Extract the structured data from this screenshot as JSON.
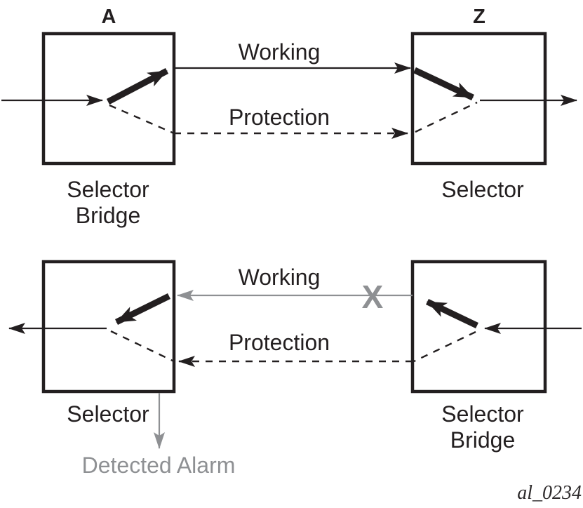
{
  "diagram": {
    "colors": {
      "ink": "#231f20",
      "muted": "#8e9093"
    },
    "top": {
      "node_a_label": "A",
      "node_z_label": "Z",
      "working_label": "Working",
      "protection_label": "Protection",
      "left_caption_line1": "Selector",
      "left_caption_line2": "Bridge",
      "right_caption": "Selector"
    },
    "bottom": {
      "working_label": "Working",
      "protection_label": "Protection",
      "failure_mark": "X",
      "left_caption": "Selector",
      "alarm_label": "Detected Alarm",
      "right_caption_line1": "Selector",
      "right_caption_line2": "Bridge"
    },
    "figure_id": "al_0234"
  }
}
